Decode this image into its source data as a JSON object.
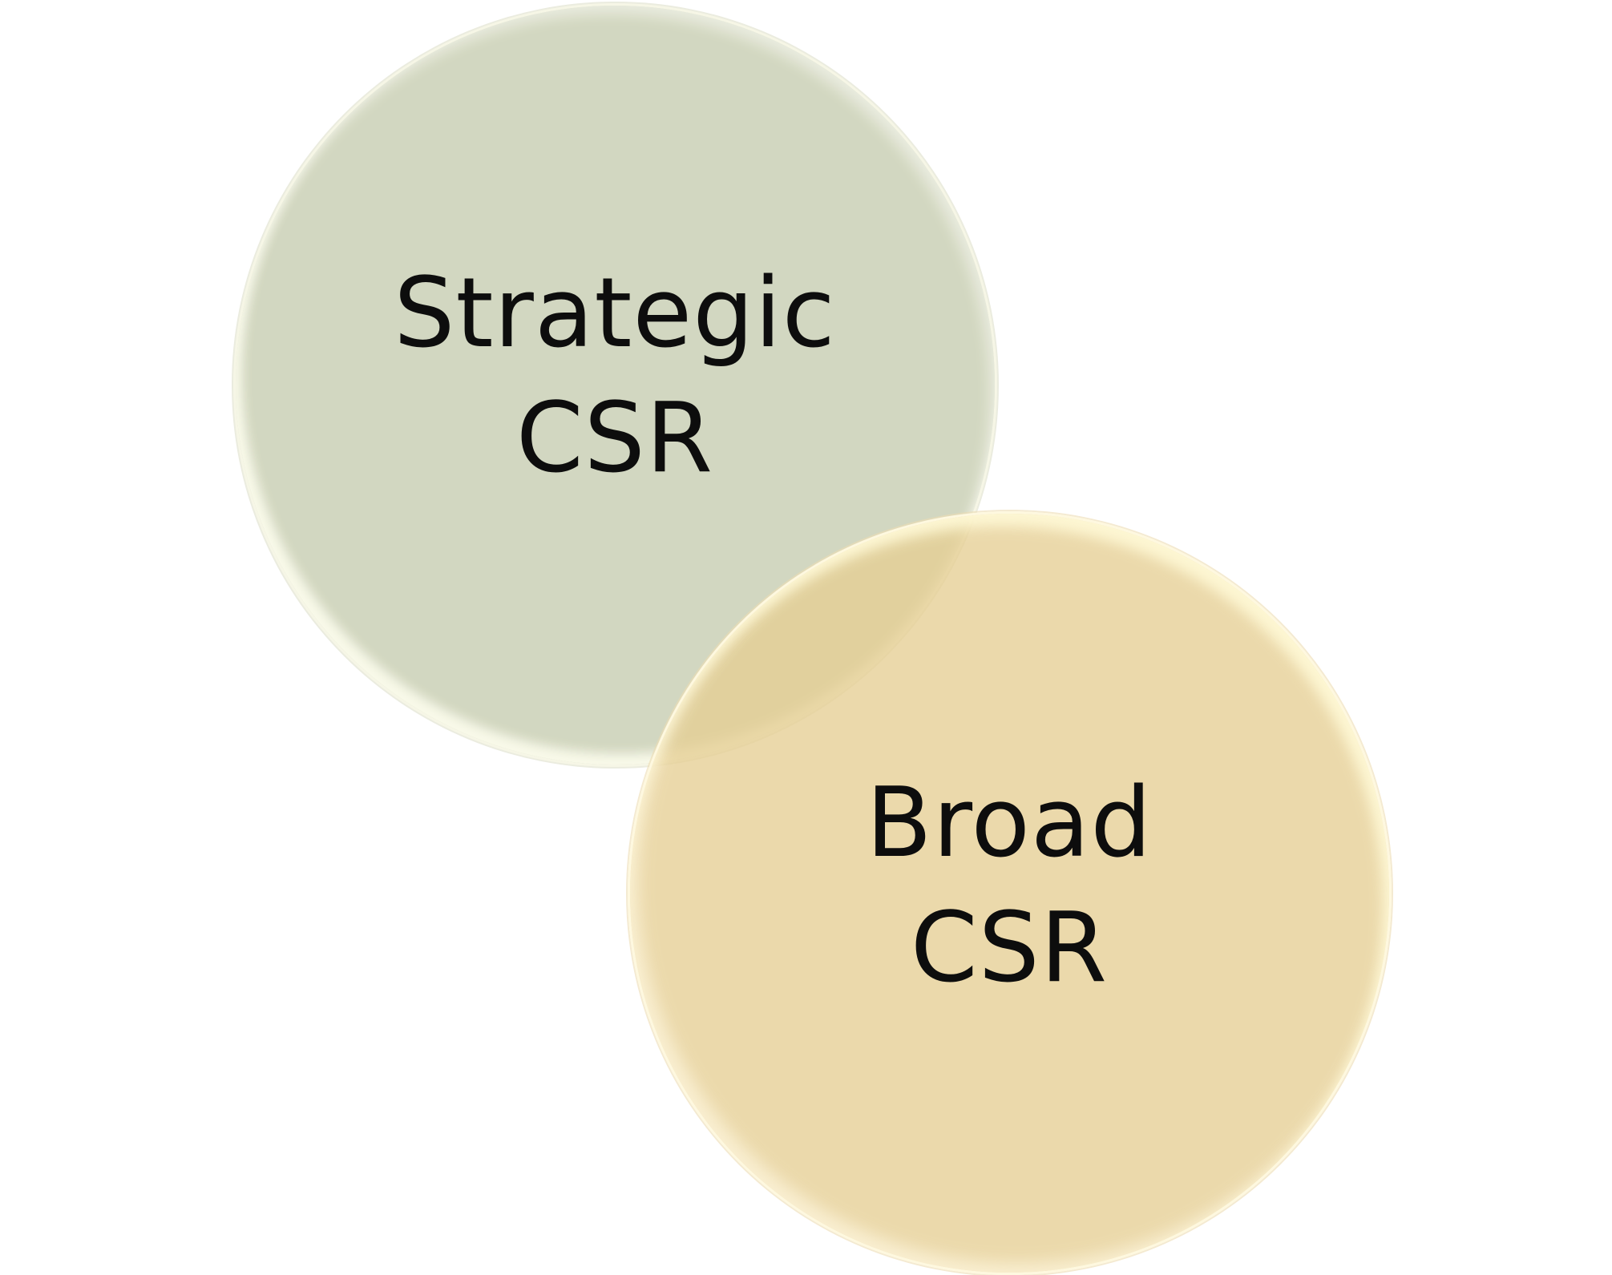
{
  "diagram": {
    "type": "venn",
    "circles": [
      {
        "id": "strategic",
        "label_line1": "Strategic",
        "label_line2": "CSR",
        "fill_color": "#d1d6bf"
      },
      {
        "id": "broad",
        "label_line1": "Broad",
        "label_line2": "CSR",
        "fill_color": "#e5ce93"
      }
    ],
    "text_color": "#0d0d0d",
    "background_color": "#ffffff"
  }
}
